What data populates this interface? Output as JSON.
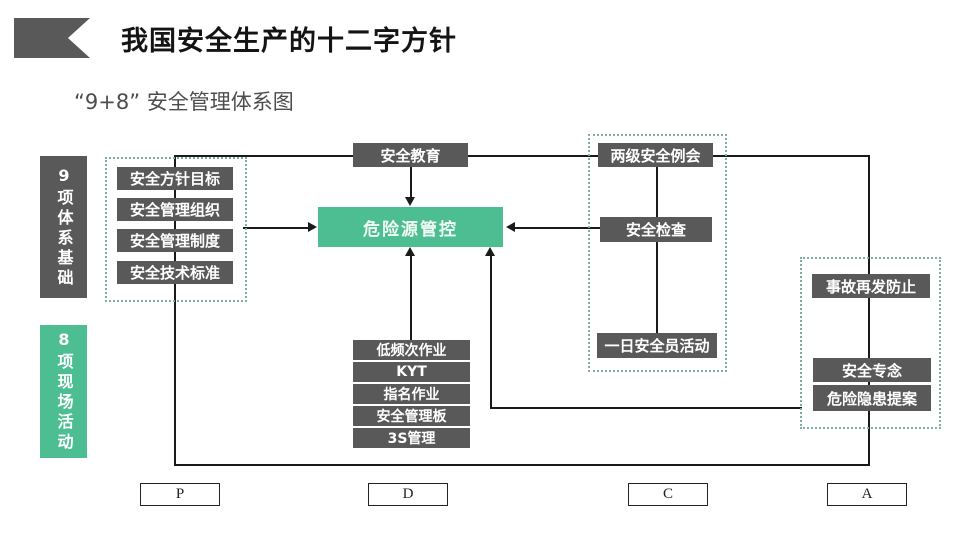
{
  "header": {
    "title": "我国安全生产的十二字方针"
  },
  "subtitle": "“9+8” 安全管理体系图",
  "diagram": {
    "side_labels": {
      "foundation": "9项体系基础",
      "activities": "8项现场活动"
    },
    "center_node": "危险源管控",
    "top_node": "安全教育",
    "foundation_items": [
      "安全方针目标",
      "安全管理组织",
      "安全管理制度",
      "安全技术标准"
    ],
    "inspection_items": [
      "两级安全例会",
      "安全检查",
      "一日安全员活动"
    ],
    "activity_items": [
      "低频次作业",
      "KYT",
      "指名作业",
      "安全管理板",
      "3S管理"
    ],
    "prevention_items": [
      "事故再发防止",
      "安全专念",
      "危险隐患提案"
    ],
    "pdca": [
      "P",
      "D",
      "C",
      "A"
    ]
  },
  "colors": {
    "box_gray": "#595959",
    "accent_green": "#4DBE92",
    "dotted_border": "#7FACA5"
  }
}
